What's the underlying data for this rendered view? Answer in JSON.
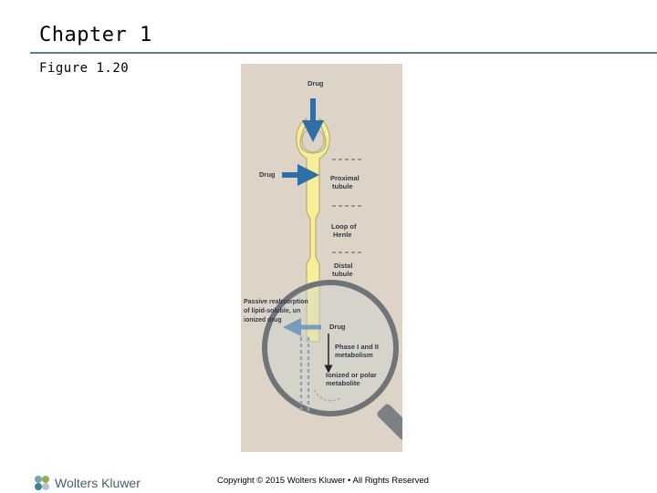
{
  "header": {
    "title": "Chapter 1",
    "subtitle": "Figure 1.20"
  },
  "figure": {
    "labels": {
      "drug_top": "Drug",
      "drug_left": "Drug",
      "proximal_1": "Proximal",
      "proximal_2": "tubule",
      "loop_1": "Loop of",
      "loop_2": "Henle",
      "distal_1": "Distal",
      "distal_2": "tubule",
      "passive_1": "Passive reabsorption",
      "passive_2": "of lipid-soluble, un",
      "passive_3": "ionized drug",
      "drug_lower": "Drug",
      "phase_1": "Phase I and II",
      "phase_2": "metabolism",
      "ionized_1": "Ionized or polar",
      "ionized_2": "metabolite"
    },
    "colors": {
      "background": "#ddd4c7",
      "tubule": "#f7ee9a",
      "arrow": "#2f6fa8",
      "lens_rim": "#6f7478"
    }
  },
  "footer": {
    "brand": "Wolters Kluwer",
    "copyright": "Copyright © 2015 Wolters Kluwer • All Rights Reserved"
  }
}
